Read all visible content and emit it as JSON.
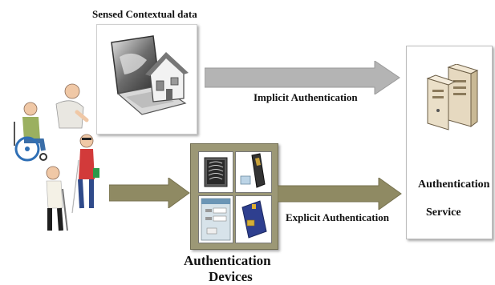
{
  "labels": {
    "sensed_contextual_data": "Sensed Contextual data",
    "implicit_authentication": "Implicit Authentication",
    "explicit_authentication": "Explicit Authentication",
    "authentication_devices_line1": "Authentication",
    "authentication_devices_line2": "Devices",
    "authentication_service_line1": "Authentication",
    "authentication_service_line2": "Service"
  },
  "icons": {
    "context_image": "laptop-and-house-icon",
    "server": "server-icon",
    "users": [
      "elderly-man-icon",
      "wheelchair-user-icon",
      "blind-person-with-cane-icon",
      "person-with-crutch-icon"
    ],
    "devices": [
      "fingerprint-sensor-icon",
      "usb-token-icon",
      "keypad-login-icon",
      "smart-card-icon"
    ]
  },
  "colors": {
    "arrow_gray": "#b4b4b4",
    "arrow_olive": "#8f8a63",
    "devices_panel": "#9c9876"
  }
}
